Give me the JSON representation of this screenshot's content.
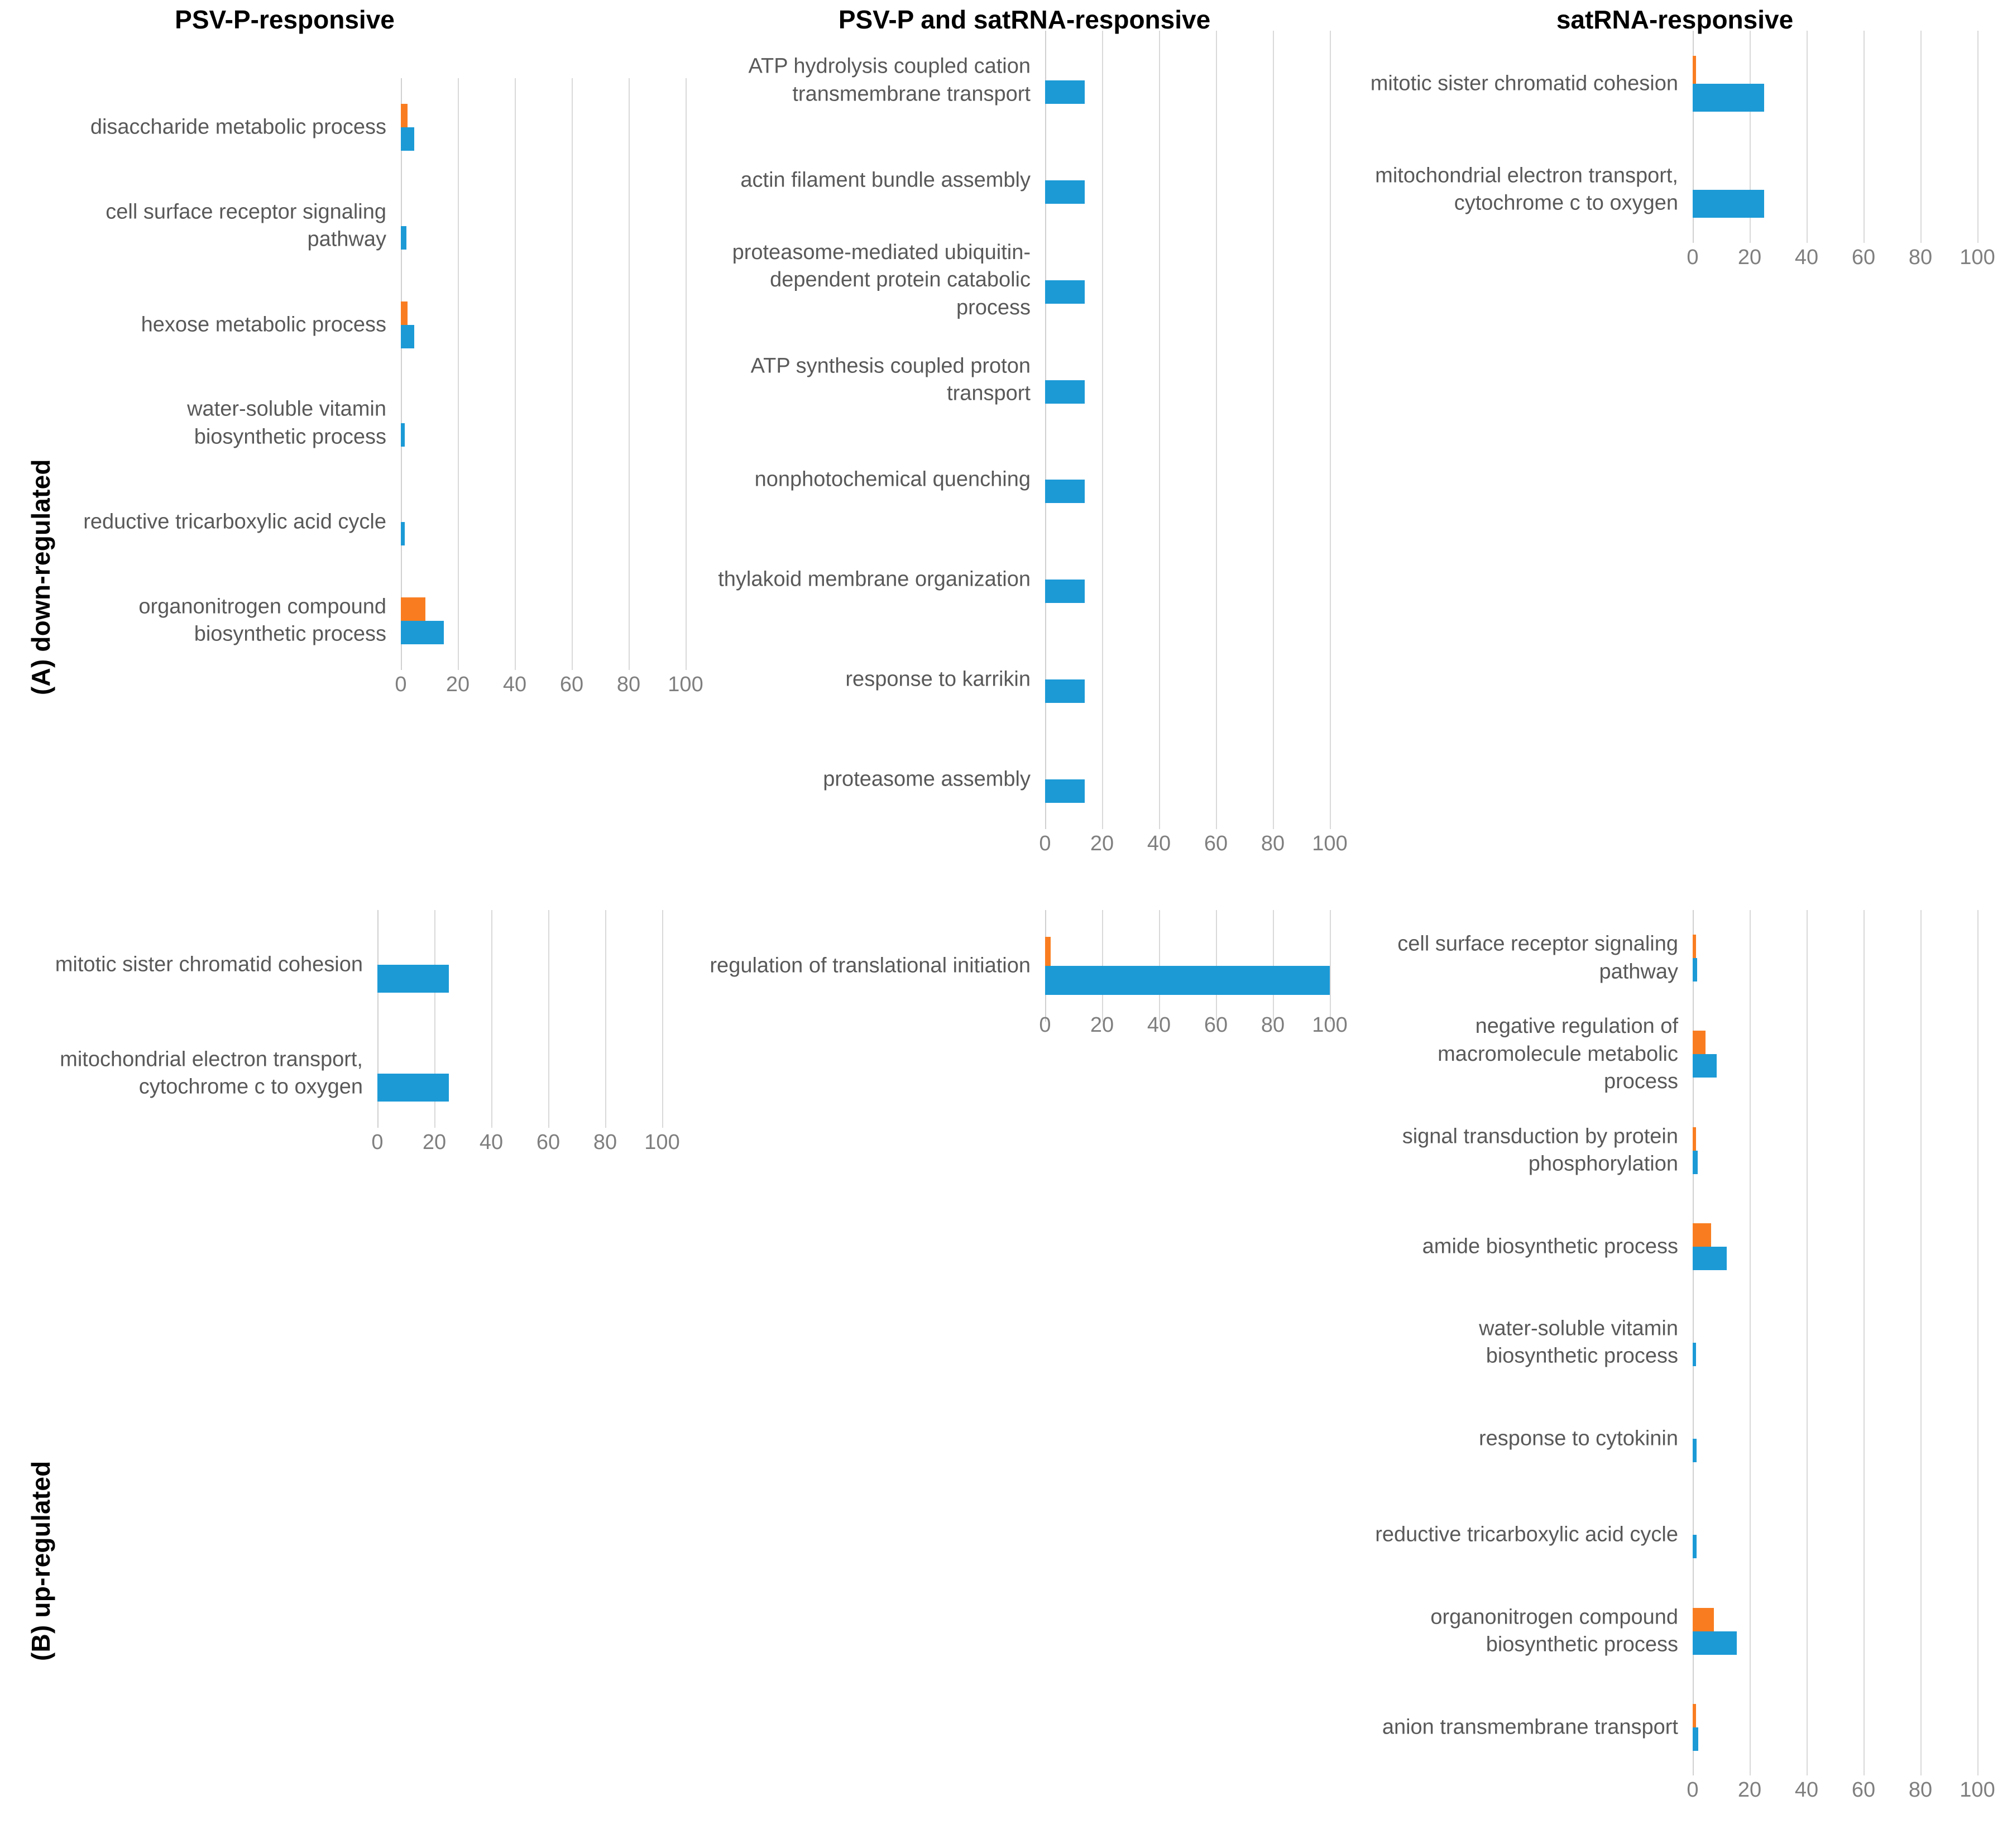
{
  "figure": {
    "row_labels": [
      {
        "key": "A",
        "text": "(A) down-regulated"
      },
      {
        "key": "B",
        "text": "(B) up-regulated"
      }
    ],
    "column_titles": [
      "PSV-P-responsive",
      "PSV-P and satRNA-responsive",
      "satRNA-responsive"
    ],
    "series": [
      {
        "name": "orange-series",
        "color": "#F97D20"
      },
      {
        "name": "blue-series",
        "color": "#1C9AD6"
      }
    ],
    "axis": {
      "ticks": [
        "0",
        "20",
        "40",
        "60",
        "80",
        "100"
      ],
      "min": 0,
      "max": 120
    }
  },
  "chart_data": [
    {
      "id": "A1",
      "type": "bar",
      "orientation": "horizontal",
      "title": "PSV-P-responsive",
      "panel_row": "(A) down-regulated",
      "xlabel": "",
      "ylabel": "",
      "xlim": [
        0,
        120
      ],
      "xticks": [
        0,
        20,
        40,
        60,
        80,
        100
      ],
      "grid": true,
      "legend": "none",
      "categories": [
        "disaccharide metabolic process",
        "cell surface receptor signaling pathway",
        "hexose metabolic process",
        "water-soluble vitamin biosynthetic process",
        "reductive tricarboxylic acid cycle",
        "organonitrogen compound biosynthetic process"
      ],
      "series": [
        {
          "name": "orange-series",
          "values": [
            2.3,
            0,
            2.3,
            0,
            0,
            8.6
          ]
        },
        {
          "name": "blue-series",
          "values": [
            4.7,
            2.0,
            4.7,
            1.4,
            1.4,
            15.0
          ]
        }
      ]
    },
    {
      "id": "A2",
      "type": "bar",
      "orientation": "horizontal",
      "title": "PSV-P and satRNA-responsive",
      "panel_row": "(A) down-regulated",
      "xlabel": "",
      "ylabel": "",
      "xlim": [
        0,
        120
      ],
      "xticks": [
        0,
        20,
        40,
        60,
        80,
        100
      ],
      "grid": true,
      "legend": "none",
      "categories": [
        "ATP hydrolysis coupled cation transmembrane transport",
        "actin filament bundle assembly",
        "proteasome-mediated ubiquitin-dependent protein catabolic process",
        "ATP synthesis coupled proton transport",
        "nonphotochemical quenching",
        "thylakoid membrane organization",
        "response to karrikin",
        "proteasome assembly"
      ],
      "series": [
        {
          "name": "orange-series",
          "values": [
            0,
            0,
            0,
            0,
            0,
            0,
            0,
            0
          ]
        },
        {
          "name": "blue-series",
          "values": [
            14,
            14,
            14,
            14,
            14,
            14,
            14,
            14
          ]
        }
      ]
    },
    {
      "id": "A3",
      "type": "bar",
      "orientation": "horizontal",
      "title": "satRNA-responsive",
      "panel_row": "(A) down-regulated",
      "xlabel": "",
      "ylabel": "",
      "xlim": [
        0,
        120
      ],
      "xticks": [
        0,
        20,
        40,
        60,
        80,
        100
      ],
      "grid": true,
      "legend": "none",
      "categories": [
        "mitotic sister chromatid cohesion",
        "mitochondrial electron transport, cytochrome c to oxygen"
      ],
      "series": [
        {
          "name": "orange-series",
          "values": [
            1.2,
            0
          ]
        },
        {
          "name": "blue-series",
          "values": [
            25,
            25
          ]
        }
      ]
    },
    {
      "id": "B1",
      "type": "bar",
      "orientation": "horizontal",
      "title": "PSV-P-responsive",
      "panel_row": "(B) up-regulated",
      "xlabel": "",
      "ylabel": "",
      "xlim": [
        0,
        120
      ],
      "xticks": [
        0,
        20,
        40,
        60,
        80,
        100
      ],
      "grid": true,
      "legend": "none",
      "categories": [
        "mitotic sister chromatid cohesion",
        "mitochondrial electron transport, cytochrome c to oxygen"
      ],
      "series": [
        {
          "name": "orange-series",
          "values": [
            0,
            0
          ]
        },
        {
          "name": "blue-series",
          "values": [
            25,
            25
          ]
        }
      ]
    },
    {
      "id": "B2",
      "type": "bar",
      "orientation": "horizontal",
      "title": "PSV-P and satRNA-responsive",
      "panel_row": "(B) up-regulated",
      "xlabel": "",
      "ylabel": "",
      "xlim": [
        0,
        120
      ],
      "xticks": [
        0,
        20,
        40,
        60,
        80,
        100
      ],
      "grid": true,
      "legend": "none",
      "categories": [
        "regulation of translational initiation"
      ],
      "series": [
        {
          "name": "orange-series",
          "values": [
            2
          ]
        },
        {
          "name": "blue-series",
          "values": [
            100
          ]
        }
      ]
    },
    {
      "id": "B3",
      "type": "bar",
      "orientation": "horizontal",
      "title": "satRNA-responsive",
      "panel_row": "(B) up-regulated",
      "xlabel": "",
      "ylabel": "",
      "xlim": [
        0,
        120
      ],
      "xticks": [
        0,
        20,
        40,
        60,
        80,
        100
      ],
      "grid": true,
      "legend": "none",
      "categories": [
        "cell surface receptor signaling pathway",
        "negative regulation of macromolecule metabolic process",
        "signal transduction by protein phosphorylation",
        "amide biosynthetic process",
        "water-soluble vitamin biosynthetic process",
        "response to cytokinin",
        "reductive tricarboxylic acid cycle",
        "organonitrogen compound biosynthetic process",
        "anion transmembrane transport"
      ],
      "series": [
        {
          "name": "orange-series",
          "values": [
            1.2,
            4.5,
            1.2,
            6.5,
            0,
            0,
            0,
            7.5,
            1.2
          ]
        },
        {
          "name": "blue-series",
          "values": [
            1.6,
            8.5,
            1.8,
            12.0,
            1.2,
            1.4,
            1.4,
            15.5,
            2.0
          ]
        }
      ]
    }
  ]
}
